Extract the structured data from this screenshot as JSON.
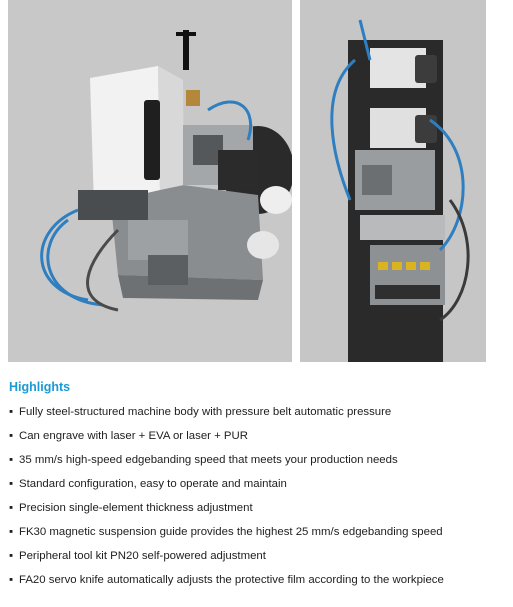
{
  "section": {
    "title": "Highlights",
    "bullet": "▪",
    "accent_color": "#1a9ad6"
  },
  "items": [
    {
      "text": "Fully steel-structured machine body with pressure belt automatic pressure"
    },
    {
      "text": "Can engrave with laser + EVA or laser + PUR"
    },
    {
      "text": "35 mm/s high-speed edgebanding speed that meets your production needs"
    },
    {
      "text": "Standard configuration, easy to operate and maintain"
    },
    {
      "text": "Precision single-element thickness adjustment"
    },
    {
      "text": "FK30 magnetic suspension guide provides the highest 25 mm/s edgebanding speed"
    },
    {
      "text": "Peripheral tool kit PN20 self-powered adjustment"
    },
    {
      "text": "FA20 servo knife automatically adjusts the protective film according to the workpiece"
    }
  ]
}
